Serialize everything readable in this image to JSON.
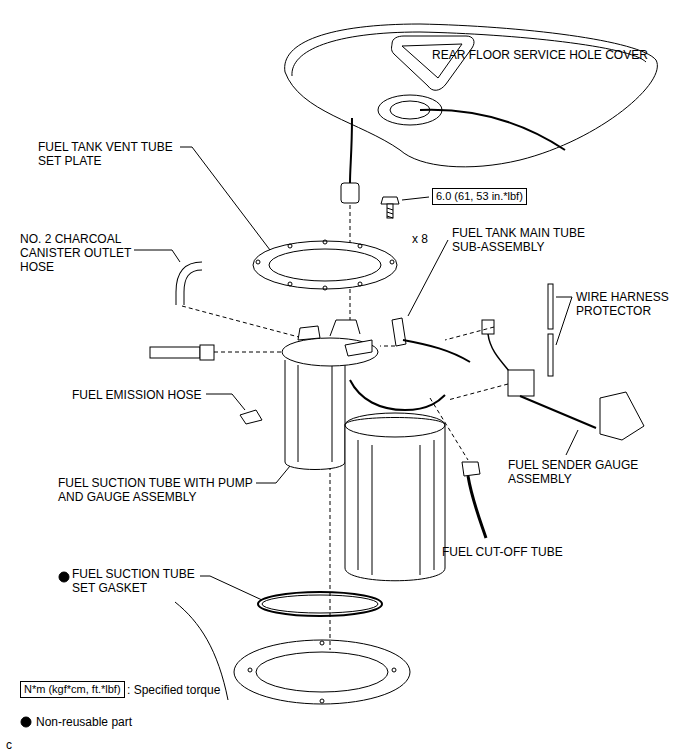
{
  "diagram": {
    "nodes": [
      {
        "text": [
          "6.0 (61, 53 in.*lbf)"
        ]
      },
      {
        "text": [
          "N*m (kgf*cm, ft.*lbf)"
        ]
      }
    ],
    "labels": [
      "REAR FLOOR SERVICE HOLE COVER",
      "FUEL TANK VENT TUBE SET PLATE",
      "x 8",
      "FUEL TANK MAIN TUBE SUB-ASSEMBLY",
      "NO. 2 CHARCOAL CANISTER OUTLET HOSE",
      "WIRE HARNESS PROTECTOR",
      "FUEL EMISSION HOSE",
      "FUEL SENDER GAUGE ASSEMBLY",
      "FUEL SUCTION TUBE WITH PUMP AND GAUGE ASSEMBLY",
      "FUEL CUT-OFF TUBE",
      "FUEL SUCTION TUBE SET GASKET",
      "c"
    ],
    "legend": [
      {
        "text": ": Specified torque"
      },
      {
        "text": "Non-reusable part"
      }
    ]
  }
}
